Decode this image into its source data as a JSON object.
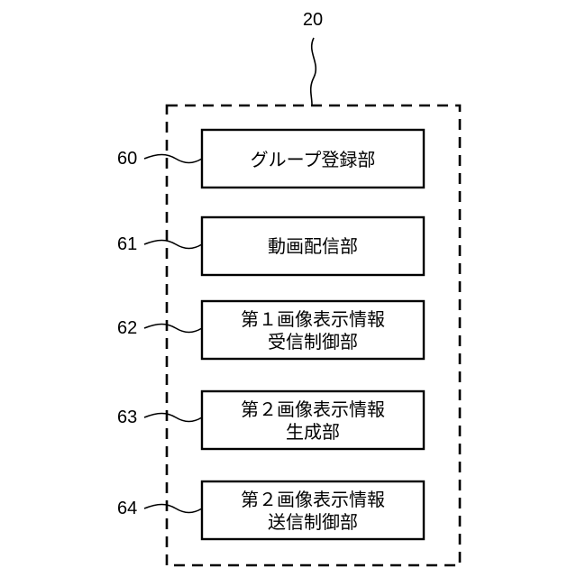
{
  "system": {
    "ref": "20"
  },
  "blocks": [
    {
      "ref": "60",
      "lines": [
        "グループ登録部"
      ]
    },
    {
      "ref": "61",
      "lines": [
        "動画配信部"
      ]
    },
    {
      "ref": "62",
      "lines": [
        "第１画像表示情報",
        "受信制御部"
      ]
    },
    {
      "ref": "63",
      "lines": [
        "第２画像表示情報",
        "生成部"
      ]
    },
    {
      "ref": "64",
      "lines": [
        "第２画像表示情報",
        "送信制御部"
      ]
    }
  ]
}
